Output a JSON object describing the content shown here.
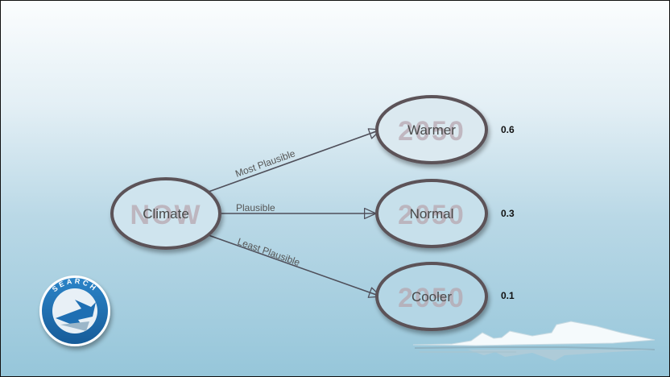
{
  "nodes": {
    "now": {
      "label": "Climate",
      "watermark": "NOW"
    },
    "warmer": {
      "label": "Warmer",
      "watermark": "2050",
      "probability": "0.6"
    },
    "normal": {
      "label": "Normal",
      "watermark": "2050",
      "probability": "0.3"
    },
    "cooler": {
      "label": "Cooler",
      "watermark": "2050",
      "probability": "0.1"
    }
  },
  "edges": {
    "warmer": {
      "label": "Most Plausible"
    },
    "normal": {
      "label": "Plausible"
    },
    "cooler": {
      "label": "Least Plausible"
    }
  },
  "logo": {
    "text": "SEARCH",
    "icon": "search-logo"
  },
  "decoration": {
    "icon": "iceberg-illustration"
  },
  "colors": {
    "node_stroke": "#5b5259",
    "node_fill": "#cfe4ee",
    "edge": "#4f4f5a",
    "logo_blue": "#1f74b8"
  }
}
